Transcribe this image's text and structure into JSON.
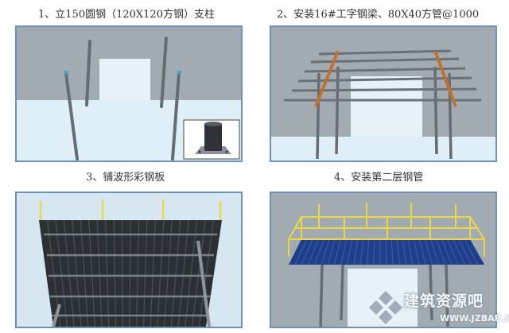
{
  "steps": [
    {
      "caption": "1、立150圆钢（120X120方钢）支柱"
    },
    {
      "caption": "2、安装16#工字钢梁、80X40方管@1000"
    },
    {
      "caption": "3、铺波形彩钢板"
    },
    {
      "caption": "4、安装第二层钢管"
    }
  ],
  "watermark": {
    "text": "建筑资源吧",
    "url": "WWW.JZBAR.NET",
    "logo_icon": "diamond-grid-icon"
  },
  "colors": {
    "wall": "#9ea6ad",
    "ground": "#dfeff8",
    "steel": "#6b7178",
    "beam": "#c0722e",
    "yellow_pipe": "#e8d84a",
    "deck_blue": "#1f3f8a",
    "border": "#6f8fb3"
  }
}
